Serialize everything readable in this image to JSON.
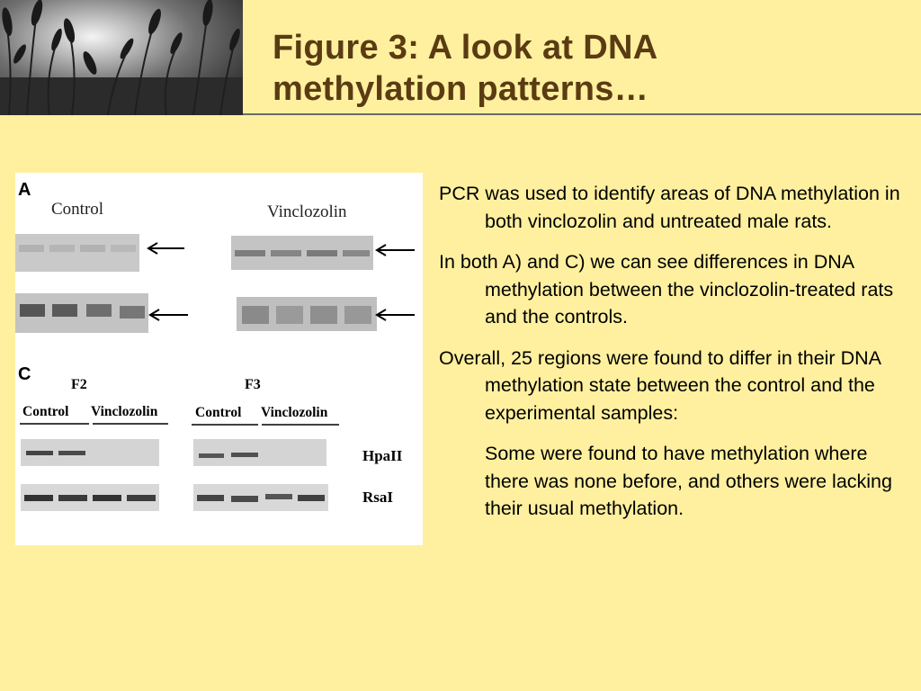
{
  "slide": {
    "title_line1": "Figure 3: A look at DNA",
    "title_line2": "methylation patterns…",
    "colors": {
      "background": "#fff09f",
      "title": "#5a3b12",
      "rule": "#6b6b6b"
    }
  },
  "figure": {
    "panel_a": {
      "label": "A",
      "left_heading": "Control",
      "right_heading": "Vinclozolin"
    },
    "panel_c": {
      "label": "C",
      "group_left": "F2",
      "group_right": "F3",
      "col_control": "Control",
      "col_vinclozolin": "Vinclozolin",
      "row_hpaii": "HpaII",
      "row_rsai": "RsaI"
    }
  },
  "body": {
    "p1": "PCR was used to identify areas of DNA methylation in both vinclozolin and untreated male rats.",
    "p2": "In both A) and C) we can see differences in DNA methylation between the vinclozolin-treated rats and the controls.",
    "p3": "Overall, 25 regions were found to differ in their DNA methylation state between the control and the experimental samples:",
    "p4": "Some were found to have methylation where there was none before, and others were lacking their usual methylation."
  }
}
